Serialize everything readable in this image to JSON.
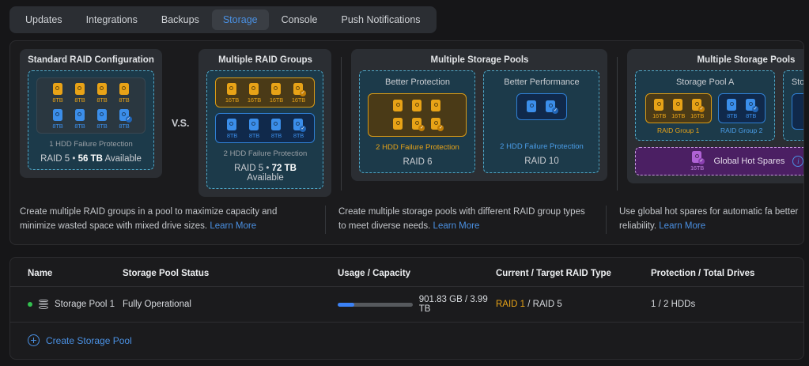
{
  "tabs": [
    {
      "label": "Updates",
      "active": false
    },
    {
      "label": "Integrations",
      "active": false
    },
    {
      "label": "Backups",
      "active": false
    },
    {
      "label": "Storage",
      "active": true
    },
    {
      "label": "Console",
      "active": false
    },
    {
      "label": "Push Notifications",
      "active": false
    }
  ],
  "vs_label": "V.S.",
  "cards": {
    "standard": {
      "title": "Standard RAID Configuration",
      "rows": [
        {
          "color": "amber",
          "drives": [
            {
              "size": "8TB"
            },
            {
              "size": "8TB"
            },
            {
              "size": "8TB"
            },
            {
              "size": "8TB"
            }
          ]
        },
        {
          "color": "blue",
          "drives": [
            {
              "size": "8TB"
            },
            {
              "size": "8TB"
            },
            {
              "size": "8TB"
            },
            {
              "size": "8TB",
              "badge": true
            }
          ]
        }
      ],
      "protection": "1 HDD Failure Protection",
      "summary_prefix": "RAID 5 • ",
      "summary_strong": "56 TB",
      "summary_suffix": " Available"
    },
    "multi_raid": {
      "title": "Multiple RAID Groups",
      "group_amber": [
        {
          "size": "16TB"
        },
        {
          "size": "16TB"
        },
        {
          "size": "16TB"
        },
        {
          "size": "16TB",
          "badge": true
        }
      ],
      "group_blue": [
        {
          "size": "8TB"
        },
        {
          "size": "8TB"
        },
        {
          "size": "8TB"
        },
        {
          "size": "8TB",
          "badge": true
        }
      ],
      "protection": "2 HDD Failure Protection",
      "summary_prefix": "RAID 5 • ",
      "summary_strong": "72 TB",
      "summary_suffix": " Available"
    },
    "multi_pools": {
      "title": "Multiple Storage Pools",
      "left": {
        "head": "Better Protection",
        "drives_row1": [
          {},
          {},
          {}
        ],
        "drives_row2": [
          {},
          {
            "badge": true
          },
          {
            "badge": true
          }
        ],
        "protection": "2 HDD Failure Protection",
        "raid": "RAID 6"
      },
      "right": {
        "head": "Better Performance",
        "drives": [
          {},
          {
            "badge": true
          }
        ],
        "protection": "2 HDD Failure Protection",
        "raid": "RAID 10"
      }
    },
    "hot_spares": {
      "title": "Multiple Storage Pools",
      "pool_a_head": "Storage Pool A",
      "rg1_drives": [
        {
          "size": "16TB"
        },
        {
          "size": "16TB"
        },
        {
          "size": "16TB",
          "badge": true
        }
      ],
      "rg1_label": "RAID Group 1",
      "rg2_drives": [
        {
          "size": "8TB"
        },
        {
          "size": "8TB",
          "badge": true
        }
      ],
      "rg2_label": "RAID Group 2",
      "pool_b_head": "Sto",
      "spares_label": "Global Hot Spares",
      "spares_size": "16TB",
      "info_icon": "i"
    }
  },
  "descriptions": [
    {
      "text": "Create multiple RAID groups in a pool to maximize capacity and minimize wasted space with mixed drive sizes.",
      "link": "Learn More"
    },
    {
      "text": "Create multiple storage pools with different RAID group types to meet diverse needs.",
      "link": "Learn More"
    },
    {
      "text": "Use global hot spares for automatic fa better reliability.",
      "link": "Learn More"
    }
  ],
  "table": {
    "headers": [
      "Name",
      "Storage Pool Status",
      "Usage / Capacity",
      "Current / Target RAID Type",
      "Protection / Total Drives"
    ],
    "rows": [
      {
        "name": "Storage Pool 1",
        "status": "Fully Operational",
        "usage_text": "901.83 GB / 3.99 TB",
        "usage_percent": 22,
        "raid_current": "RAID 1",
        "raid_target": " / RAID 5",
        "protection": "1 / 2 HDDs"
      }
    ],
    "create_label": "Create Storage Pool"
  },
  "colors": {
    "accent_blue": "#4a90e2",
    "amber": "#e8a317",
    "green": "#3ec25a",
    "purple": "#4b1f63",
    "teal_bg": "#1c3a4a"
  }
}
